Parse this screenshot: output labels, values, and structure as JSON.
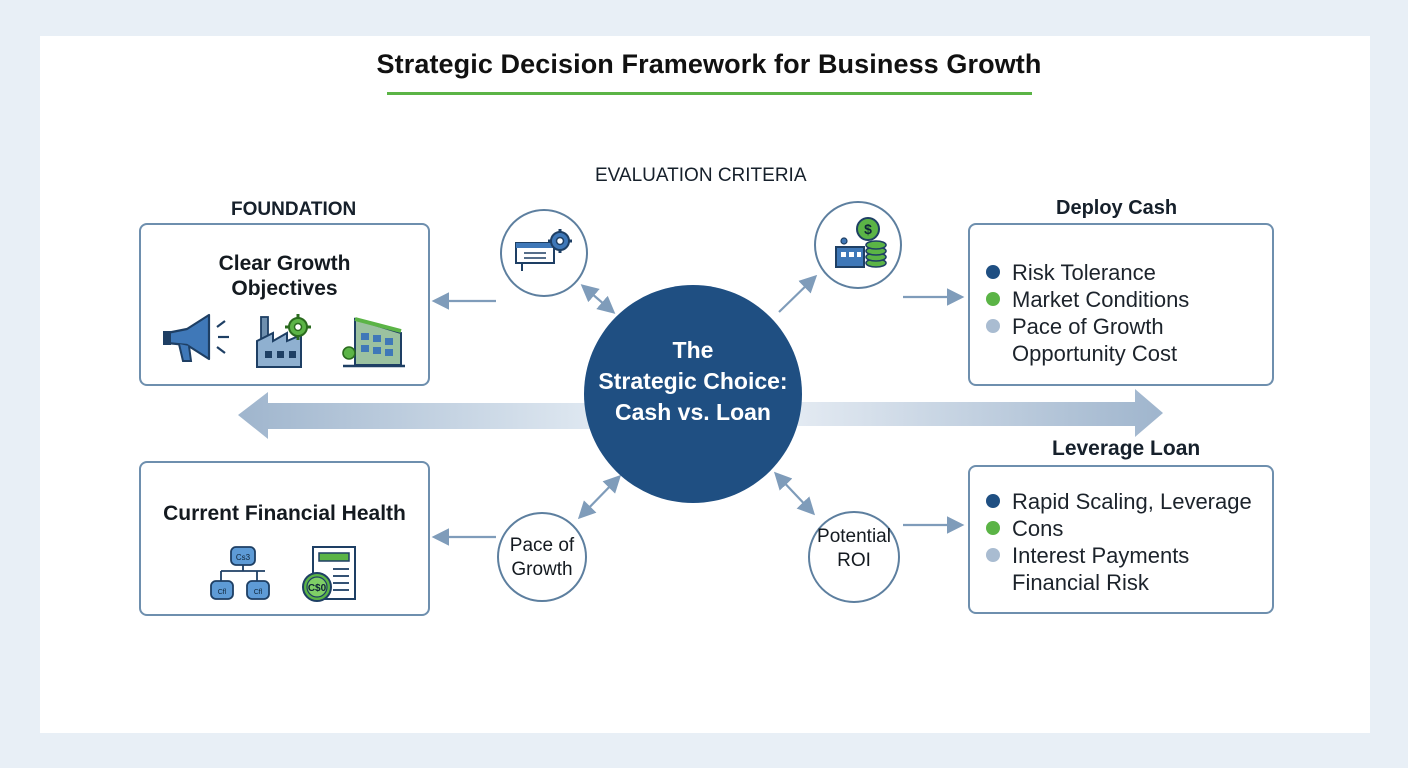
{
  "title": "Strategic Decision Framework for Business Growth",
  "labels": {
    "foundation": "FOUNDATION",
    "evaluation_criteria": "EVALUATION CRITERIA"
  },
  "center": {
    "line1": "The",
    "line2": "Strategic Choice:",
    "line3": "Cash vs. Loan"
  },
  "boxes": {
    "growth_objectives": {
      "line1": "Clear Growth",
      "line2": "Objectives"
    },
    "financial_health": {
      "title": "Current Financial Health"
    },
    "deploy_cash": {
      "heading": "Deploy Cash",
      "items": [
        {
          "text": "Risk Tolerance",
          "color": "#1f4f82"
        },
        {
          "text": "Market Conditions",
          "color": "#5bb446"
        },
        {
          "text": "Pace of Growth",
          "color": "#a9bcd1"
        },
        {
          "text": "Opportunity Cost",
          "color": "none"
        }
      ]
    },
    "leverage_loan": {
      "heading": "Leverage Loan",
      "items": [
        {
          "text": "Rapid Scaling, Leverage",
          "color": "#1f4f82"
        },
        {
          "text": "Cons",
          "color": "#5bb446"
        },
        {
          "text": "Interest Payments",
          "color": "#a9bcd1"
        },
        {
          "text": "Financial Risk",
          "color": "none"
        }
      ]
    }
  },
  "circles": {
    "pace_of_growth": {
      "line1": "Pace of",
      "line2": "Growth"
    },
    "potential_roi": {
      "line1": "Potential",
      "line2": "ROI"
    }
  },
  "icon_text": {
    "cash_a": "Cs3",
    "cash_b": "Cfl",
    "cash_c": "Cfl",
    "coin": "C$0",
    "dollar": "$"
  },
  "colors": {
    "navy": "#1f4f82",
    "green": "#5bb446",
    "light_blue": "#a9bcd1",
    "arrow": "#7f9cba"
  }
}
